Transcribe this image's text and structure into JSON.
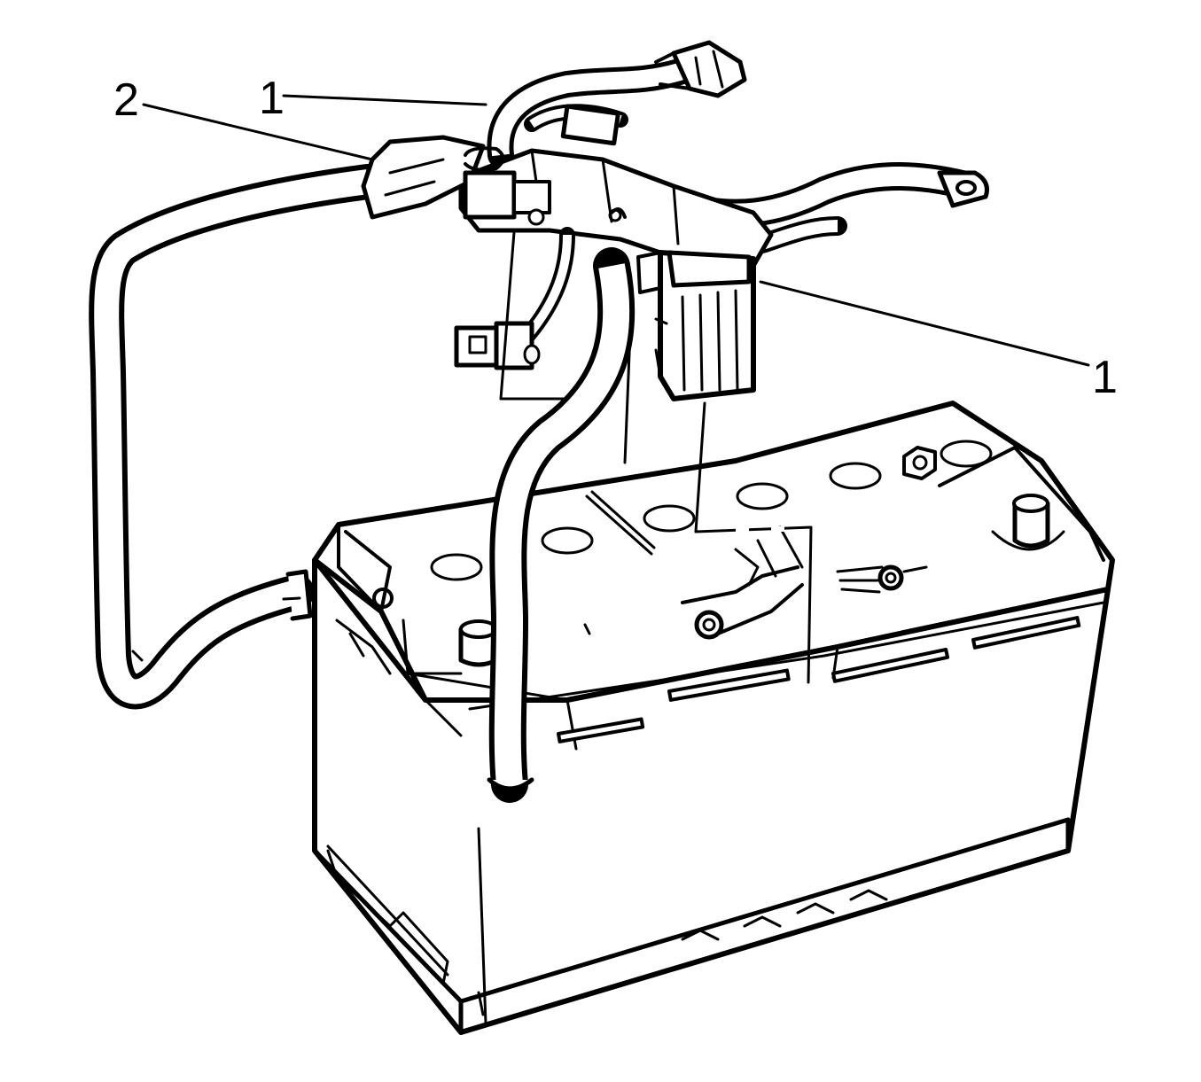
{
  "diagram": {
    "callouts": [
      {
        "id": "callout-1-top",
        "label": "1"
      },
      {
        "id": "callout-2",
        "label": "2"
      },
      {
        "id": "callout-1-right",
        "label": "1"
      }
    ],
    "colors": {
      "ink": "#000000",
      "paper": "#ffffff"
    }
  }
}
